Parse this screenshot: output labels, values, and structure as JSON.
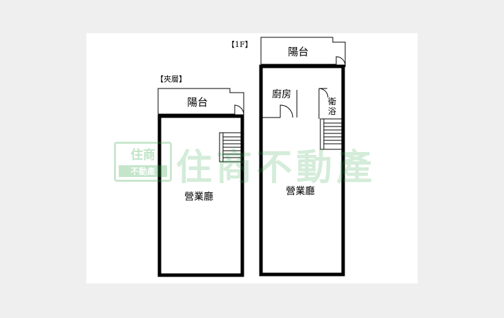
{
  "floors": {
    "mezzanine": {
      "label": "【夾層】",
      "balcony": "陽台",
      "main_room": "營業廳"
    },
    "first_floor": {
      "label": "【1F】",
      "balcony": "陽台",
      "kitchen": "廚房",
      "bathroom_line1": "衛",
      "bathroom_line2": "浴",
      "main_room": "營業廳"
    }
  },
  "watermark": {
    "logo_top": "住商",
    "logo_bottom": "不動產",
    "text": "住商不動產"
  },
  "colors": {
    "wall": "#000000",
    "watermark_green": "#3caa50",
    "background": "#efefef"
  }
}
